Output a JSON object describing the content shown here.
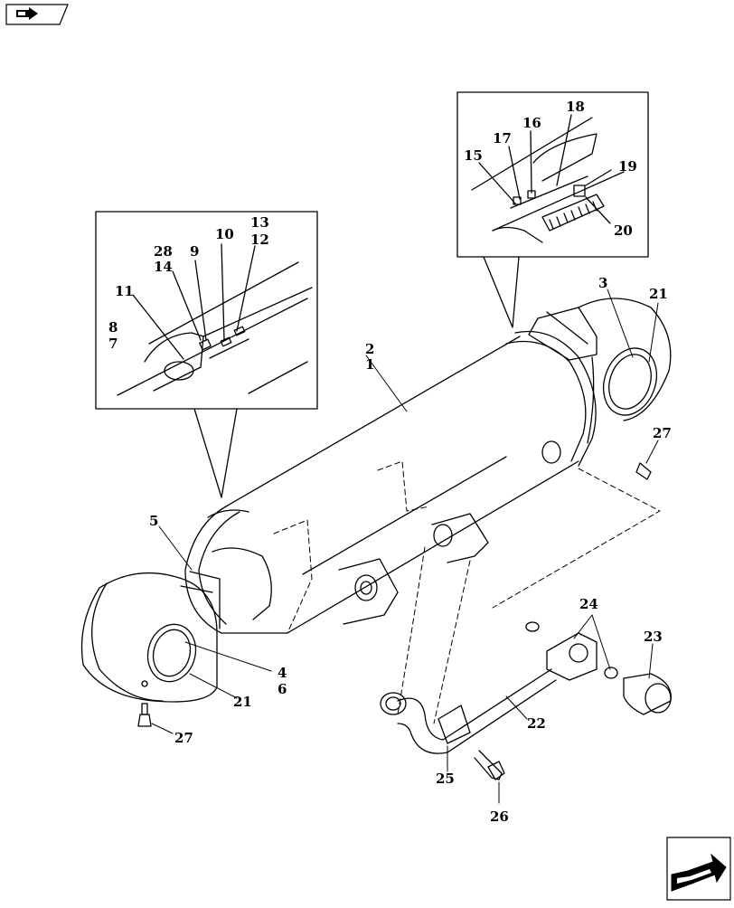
{
  "diagram": {
    "callouts": [
      "1",
      "2",
      "3",
      "4",
      "5",
      "6",
      "7",
      "8",
      "9",
      "10",
      "11",
      "12",
      "13",
      "14",
      "15",
      "16",
      "17",
      "18",
      "19",
      "20",
      "21",
      "21",
      "22",
      "23",
      "24",
      "25",
      "26",
      "27",
      "27",
      "28"
    ]
  },
  "icons": {
    "top_left": "back-page-icon",
    "bottom_right": "next-page-arrow-icon"
  },
  "colors": {
    "line": "#000000",
    "background": "#ffffff"
  }
}
